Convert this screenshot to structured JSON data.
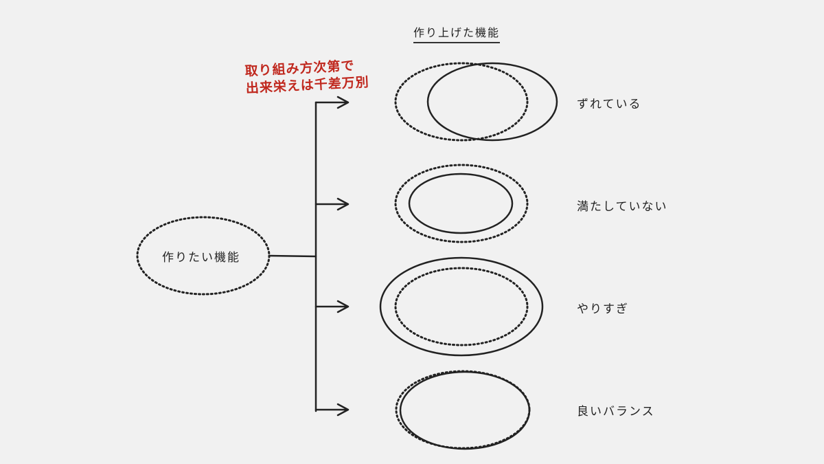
{
  "heading": "作り上げた機能",
  "source_label": "作りたい機能",
  "annotation": {
    "line1": "取り組み方次第で",
    "line2": "出来栄えは千差万別"
  },
  "outcomes": [
    {
      "label": "ずれている"
    },
    {
      "label": "満たしていない"
    },
    {
      "label": "やりすぎ"
    },
    {
      "label": "良いバランス"
    }
  ],
  "colors": {
    "background": "#f1f1f1",
    "ink": "#222222",
    "annotation": "#c0281e"
  }
}
